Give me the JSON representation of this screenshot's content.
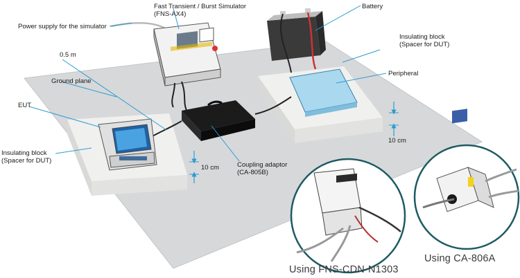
{
  "labels": {
    "simulator_line1": "Fast Transient / Burst Simulator",
    "simulator_line2": "(FNS-AX4)",
    "power_supply": "Power supply for the simulator",
    "battery": "Battery",
    "insulating_block_right_line1": "Insulating block",
    "insulating_block_right_line2": "(Spacer for DUT)",
    "cable_length": "0.5 m",
    "ground_plane": "Ground plane",
    "peripheral": "Peripheral",
    "eut": "EUT",
    "insulating_block_left_line1": "Insulating block",
    "insulating_block_left_line2": "(Spacer for DUT)",
    "height_left": "10 cm",
    "height_right": "10 cm",
    "coupling_adaptor_line1": "Coupling adaptor",
    "coupling_adaptor_line2": "(CA-805B)"
  },
  "captions": {
    "inset_left": "Using FNS-CDN-N1303",
    "inset_right": "Using CA-806A"
  },
  "colors": {
    "ground_plane": "#d7d8da",
    "block": "#ececea",
    "inset_ring": "#1d5a63",
    "peripheral": "#a9d8ef",
    "battery_cable": "#cc3333",
    "dimension_mark": "#2d9bd2"
  }
}
